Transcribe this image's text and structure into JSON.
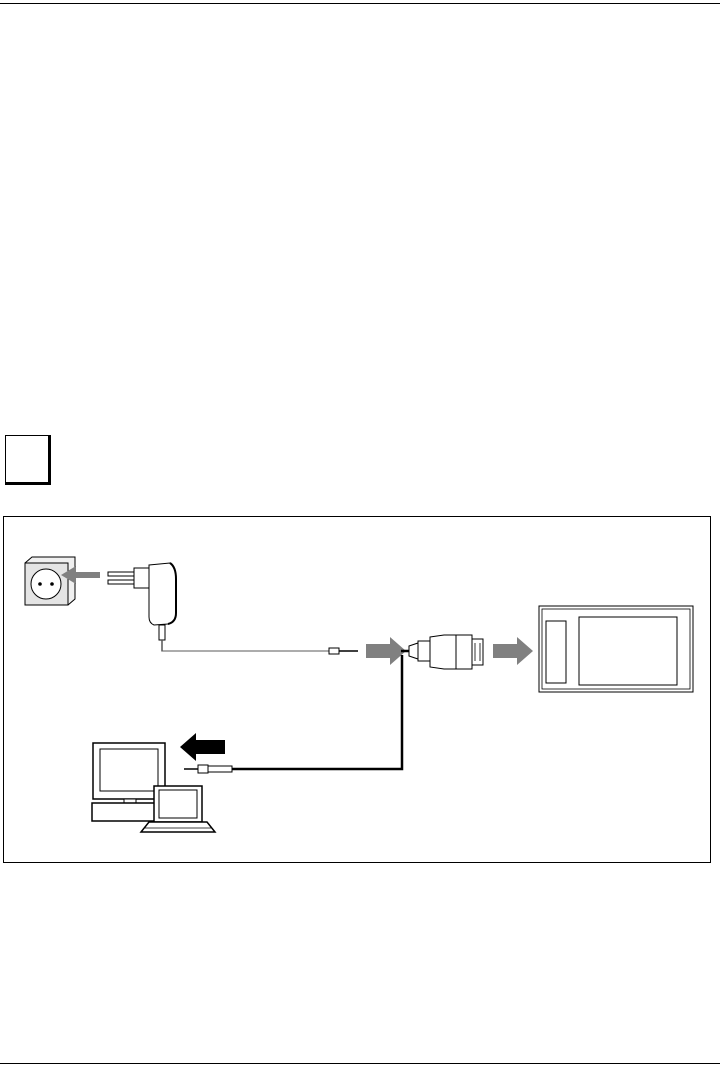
{
  "figure": {
    "kind": "connection-diagram",
    "components": [
      "wall-socket",
      "power-adapter",
      "power-cable",
      "y-cable",
      "cradle-connector",
      "handheld-device",
      "data-cable",
      "desktop-computer",
      "laptop-computer"
    ],
    "arrows": [
      {
        "from": "power-adapter",
        "to": "wall-socket",
        "color": "#808080"
      },
      {
        "from": "power-cable",
        "to": "y-cable",
        "color": "#808080"
      },
      {
        "from": "cradle-connector",
        "to": "handheld-device",
        "color": "#808080"
      },
      {
        "from": "data-cable",
        "to": "computer",
        "color": "#000000"
      }
    ],
    "colors": {
      "line": "#000000",
      "arrow_gray": "#808080",
      "cable_gray": "#909090",
      "device_fill": "#e6e6e6"
    }
  }
}
